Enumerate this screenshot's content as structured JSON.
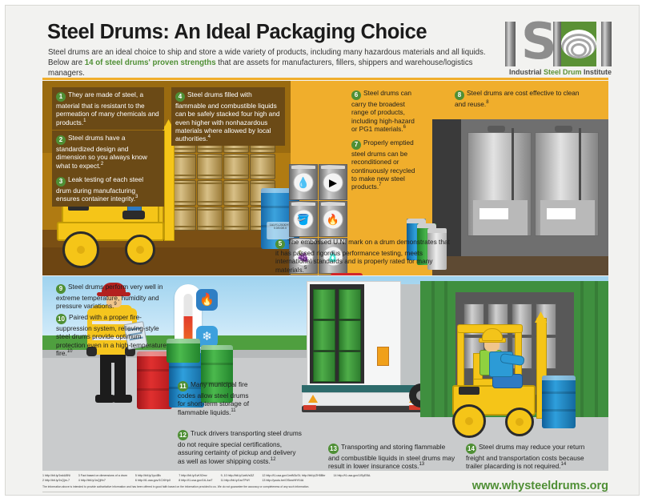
{
  "header": {
    "title": "Steel Drums: An Ideal Packaging Choice",
    "intro_part1": "Steel drums are an ideal choice to ship and store a wide variety of products, including many hazardous materials and all liquids. Below are ",
    "intro_highlight": "14 of steel drums' proven strengths",
    "intro_part2": " that are assets for manufacturers, fillers, shippers and warehouse/logistics managers.",
    "logo": {
      "letters": "ISDI",
      "tagline_1": "Industrial ",
      "tagline_2": "Steel Drum ",
      "tagline_3": "Institute"
    }
  },
  "points": [
    {
      "n": "1",
      "text": "They are made of steel, a material that is resistant to the permeation of many chemicals and products.",
      "ref": "1"
    },
    {
      "n": "2",
      "text": "Steel drums have a standardized design and dimension so you always know what to expect.",
      "ref": "2"
    },
    {
      "n": "3",
      "text": "Leak testing of each steel drum during manufacturing ensures container integrity.",
      "ref": "3"
    },
    {
      "n": "4",
      "text": "Steel drums filled with flammable and combustible liquids can be safely stacked four high and even higher with nonhazardous materials where allowed by local authorities.",
      "ref": "4"
    },
    {
      "n": "5",
      "text": "The embossed U.N. mark on a drum demonstrates that it has passed rigorous performance testing, meets international standards and is properly rated for many materials.",
      "ref": "5"
    },
    {
      "n": "6",
      "text": "Steel drums can carry the broadest range of products, including high-hazard or PG1 materials.",
      "ref": "6"
    },
    {
      "n": "7",
      "text": "Properly emptied steel drums can be reconditioned or continuously recycled to make new steel products.",
      "ref": "7"
    },
    {
      "n": "8",
      "text": "Steel drums are cost effective to clean and reuse.",
      "ref": "8"
    },
    {
      "n": "9",
      "text": "Steel drums perform very well in extreme temperature, humidity and pressure variations.",
      "ref": "9"
    },
    {
      "n": "10",
      "text": "Paired with a proper fire-suppression system, relieving-style steel drums provide optimum protection even in a high-temperature fire.",
      "ref": "10"
    },
    {
      "n": "11",
      "text": "Many municipal fire codes allow steel drums for short-term storage of flammable liquids.",
      "ref": "11"
    },
    {
      "n": "12",
      "text": "Truck drivers transporting steel drums do not require special certifications, assuring certainty of pickup and delivery as well as lower shipping costs.",
      "ref": "12"
    },
    {
      "n": "13",
      "text": "Transporting and storing flammable and combustible liquids in steel drums may result in lower insurance costs.",
      "ref": "13"
    },
    {
      "n": "14",
      "text": "Steel drums may reduce your return freight and transportation costs because trailer placarding is not required.",
      "ref": "14"
    }
  ],
  "un_mark": {
    "symbol_letters": "u n",
    "line1": "1A1/Y1.2/100/YR",
    "line2": "0.0/0.0/0.0"
  },
  "product_icons": [
    {
      "name": "water-drop-icon",
      "glyph": "💧"
    },
    {
      "name": "fuel-oil-icon",
      "glyph": "▶"
    },
    {
      "name": "paint-bucket-icon",
      "glyph": "🪣"
    },
    {
      "name": "flame-icon",
      "glyph": "🔥"
    },
    {
      "name": "grapes-icon",
      "glyph": "🍇"
    },
    {
      "name": "bottle-icon",
      "glyph": "🧴"
    }
  ],
  "recycle_symbol": "♻",
  "thermometer": {
    "hot_icon": "🔥",
    "cold_icon": "❄"
  },
  "footer": {
    "footnotes": [
      [
        "1 http://bit.ly/1wkU8Ni",
        "2 http://bit.ly/1vQjm-7"
      ],
      [
        "3 Fact based on dimensions of a drum",
        "4 http://bit.ly/1sQjHv7"
      ],
      [
        "5 http://bit.ly/1yc4Bv",
        "6 http://t1.usa.gov/1CXlHpX"
      ],
      [
        "7 http://bit.ly/1vK92mv",
        "8 http://t1.usa.gov/1tLJuzT"
      ],
      [
        "9, 10 http://bit.ly/1wkVsDZ",
        "11 http://bit.ly/1sxTPdY"
      ],
      [
        "12 http://t1.usa.gov/1mtN3cSt; http://bit.ly/ZH5Bbr",
        "13 http://youtu.be/OSiwcHtYK4A"
      ],
      [
        "14 http://t1.usa.gov/1lSyEBA."
      ]
    ],
    "disclaimer": "The information above is intended to provide authoritative information and has been offered in good faith based on the information provided to us. We do not guarantee the accuracy or completeness of any such information.",
    "website": "www.whysteeldrums.org"
  }
}
